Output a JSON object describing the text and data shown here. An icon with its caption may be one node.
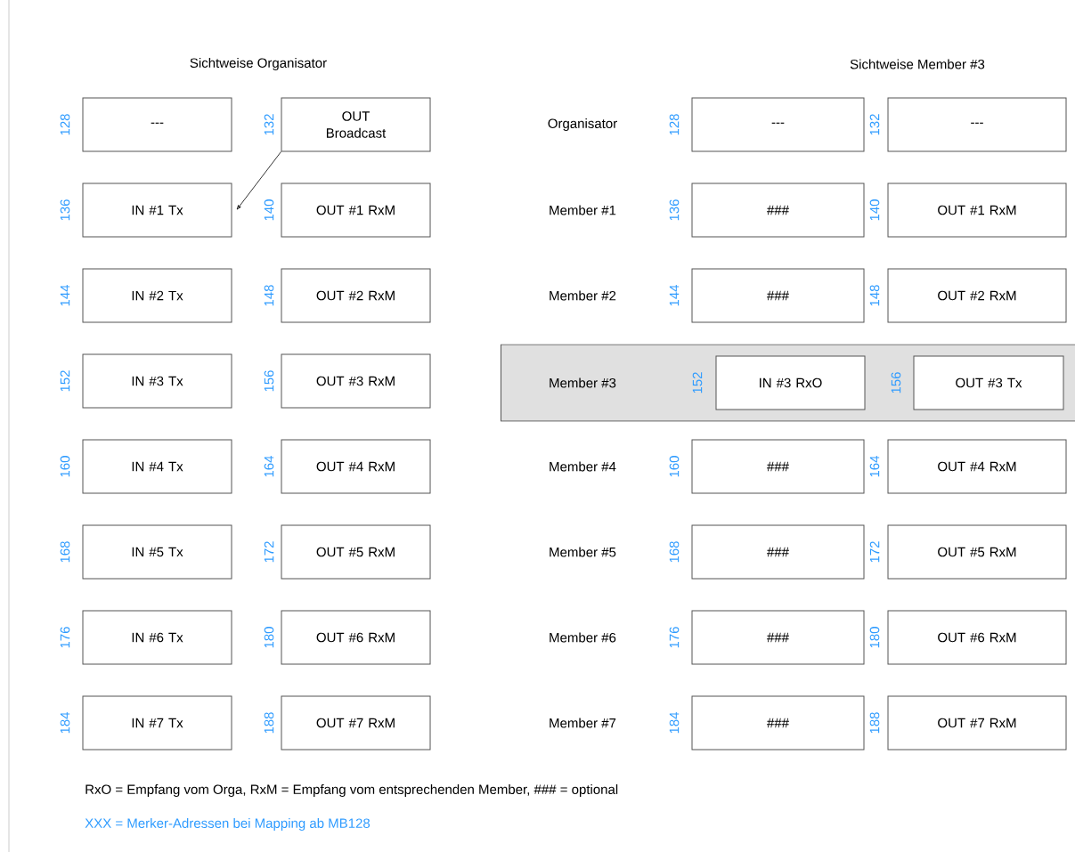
{
  "diagram": {
    "nodes": [
      {
        "text": [
          "---"
        ],
        "beside": [
          "128"
        ]
      },
      {
        "text": [
          "OUT Broadcast"
        ],
        "beside": [
          "132"
        ]
      },
      {
        "text": [
          "IN #1 Tx"
        ],
        "beside": [
          "136"
        ]
      },
      {
        "text": [
          "OUT #1 RxM"
        ],
        "beside": [
          "140"
        ]
      },
      {
        "text": [
          "IN #2 Tx"
        ],
        "beside": [
          "144"
        ]
      },
      {
        "text": [
          "OUT #2 RxM"
        ],
        "beside": [
          "148"
        ]
      },
      {
        "text": [
          "IN #3 Tx"
        ],
        "beside": [
          "152"
        ]
      },
      {
        "text": [
          "OUT #3 RxM"
        ],
        "beside": [
          "156"
        ]
      },
      {
        "text": [
          "IN #4 Tx"
        ],
        "beside": [
          "160"
        ]
      },
      {
        "text": [
          "OUT #4 RxM"
        ],
        "beside": [
          "164"
        ]
      },
      {
        "text": [
          "IN #5 Tx"
        ],
        "beside": [
          "168"
        ]
      },
      {
        "text": [
          "OUT #5 RxM"
        ],
        "beside": [
          "172"
        ]
      },
      {
        "text": [
          "IN #6 Tx"
        ],
        "beside": [
          "176"
        ]
      },
      {
        "text": [
          "OUT #6 RxM"
        ],
        "beside": [
          "180"
        ]
      },
      {
        "text": [
          "IN #7 Tx"
        ],
        "beside": [
          "184"
        ]
      },
      {
        "text": [
          "OUT #7 RxM"
        ],
        "beside": [
          "188"
        ]
      },
      {
        "text": [
          "---"
        ],
        "beside": [
          "128"
        ]
      },
      {
        "text": [
          "---"
        ],
        "beside": [
          "132"
        ]
      },
      {
        "text": [
          "###"
        ],
        "beside": [
          "136"
        ]
      },
      {
        "text": [
          "OUT #1 RxM"
        ],
        "beside": [
          "140"
        ]
      },
      {
        "text": [
          "###"
        ],
        "beside": [
          "144"
        ]
      },
      {
        "text": [
          "OUT #2 RxM"
        ],
        "beside": [
          "148"
        ]
      },
      {
        "text": [
          "Member #3"
        ]
      },
      {
        "text": [
          "IN #3 RxO"
        ],
        "beside": [
          "152"
        ],
        "in": 22
      },
      {
        "text": [
          "OUT #3 Tx"
        ],
        "beside": [
          "156"
        ],
        "in": 22
      },
      {
        "text": [
          "###"
        ],
        "beside": [
          "160"
        ]
      },
      {
        "text": [
          "OUT #4 RxM"
        ],
        "beside": [
          "164"
        ]
      },
      {
        "text": [
          "###"
        ],
        "beside": [
          "168"
        ]
      },
      {
        "text": [
          "OUT #5 RxM"
        ],
        "beside": [
          "172"
        ]
      },
      {
        "text": [
          "###"
        ],
        "beside": [
          "176"
        ]
      },
      {
        "text": [
          "OUT #6 RxM"
        ],
        "beside": [
          "180"
        ]
      },
      {
        "text": [
          "###"
        ],
        "beside": [
          "184"
        ]
      },
      {
        "text": [
          "OUT #7 RxM"
        ],
        "beside": [
          "188"
        ]
      }
    ],
    "edges": [
      {
        "from": 1,
        "to": 2,
        "arrow": "to"
      }
    ],
    "labels": [
      "Sichtweise Organisator",
      "Sichtweise Member #3",
      "Organisator",
      "Member #1",
      "Member #2",
      "Member #4",
      "Member #5",
      "Member #6",
      "Member #7",
      "RxO = Empfang vom Orga, RxM = Empfang vom entsprechenden Member, ### = optional",
      "XXX = Merker-Adressen bei Mapping ab MB128"
    ]
  }
}
